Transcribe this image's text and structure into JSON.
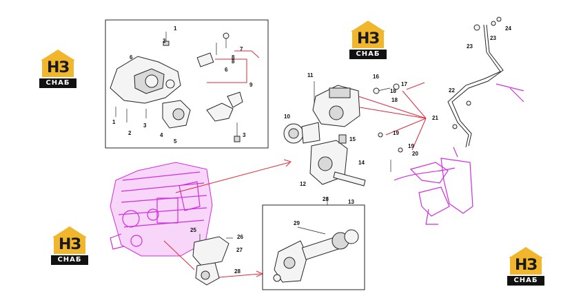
{
  "logo": {
    "letters": "НЗ",
    "caption": "СНАБ"
  },
  "colors": {
    "brand_yellow": "#f1b62b",
    "highlight_magenta": "#d22be0",
    "leader_red": "#e0283a"
  },
  "callouts": {
    "inset_top": [
      "1",
      "2",
      "6",
      "7",
      "8",
      "9",
      "6",
      "8",
      "1",
      "2",
      "3",
      "4",
      "5",
      "3"
    ],
    "main": [
      "11",
      "10",
      "12",
      "14",
      "15",
      "13",
      "16",
      "17",
      "18",
      "18",
      "19",
      "19",
      "20",
      "21",
      "22",
      "23",
      "23",
      "24"
    ],
    "inset_bottom": [
      "28",
      "29"
    ],
    "lower": [
      "25",
      "26",
      "27",
      "28"
    ]
  }
}
